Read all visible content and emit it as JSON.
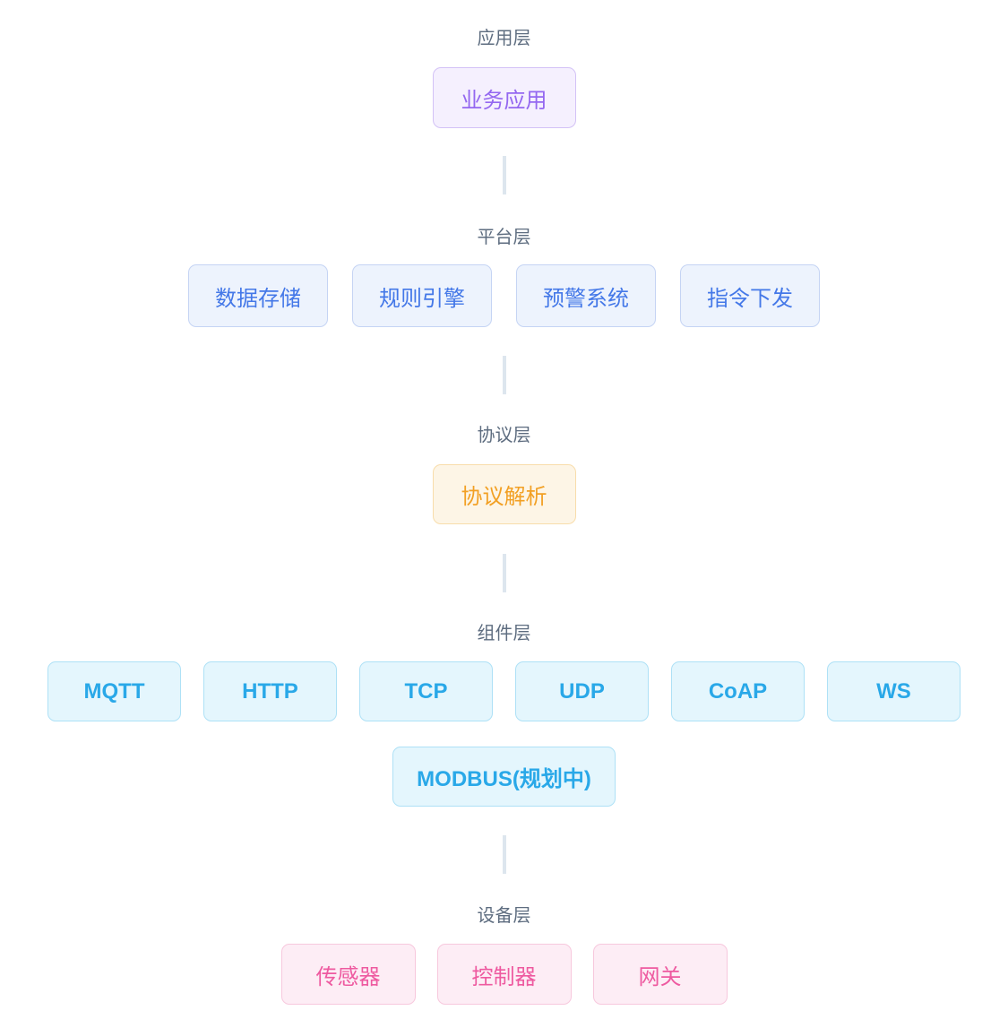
{
  "colors": {
    "background": "#ffffff",
    "connector": "#dde6ee",
    "layer_title_text": "#5e6d80",
    "purple": {
      "bg": "#f5f0fe",
      "border": "#d3c2f6",
      "text": "#9468f0"
    },
    "blue": {
      "bg": "#edf3fd",
      "border": "#c5d4f4",
      "text": "#4478e8"
    },
    "orange": {
      "bg": "#fdf5e6",
      "border": "#f8ddab",
      "text": "#f2a024"
    },
    "cyan": {
      "bg": "#e4f6fd",
      "border": "#aee1f6",
      "text": "#29a8e8"
    },
    "pink": {
      "bg": "#fdedf5",
      "border": "#f7c8dd",
      "text": "#ee5aa0"
    }
  },
  "layers": [
    {
      "title": "应用层",
      "theme": "purple",
      "nodes": [
        "业务应用"
      ]
    },
    {
      "title": "平台层",
      "theme": "blue",
      "nodes": [
        "数据存储",
        "规则引擎",
        "预警系统",
        "指令下发"
      ]
    },
    {
      "title": "协议层",
      "theme": "orange",
      "nodes": [
        "协议解析"
      ]
    },
    {
      "title": "组件层",
      "theme": "cyan",
      "nodes": [
        "MQTT",
        "HTTP",
        "TCP",
        "UDP",
        "CoAP",
        "WS",
        "MODBUS(规划中)"
      ]
    },
    {
      "title": "设备层",
      "theme": "pink",
      "nodes": [
        "传感器",
        "控制器",
        "网关"
      ]
    }
  ]
}
